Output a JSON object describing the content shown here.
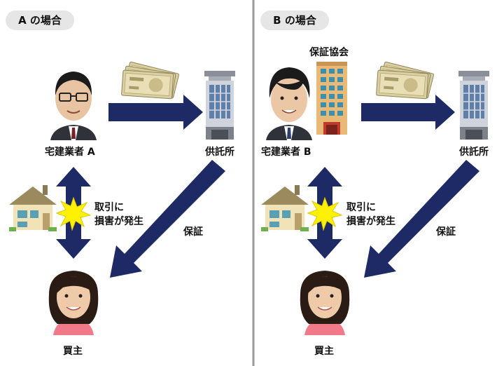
{
  "panel_a": {
    "title": "A の場合",
    "agent_label": "宅建業者 A",
    "deposit_label": "供託所",
    "incident_line1": "取引に",
    "incident_line2": "損害が発生",
    "guarantee_label": "保証",
    "buyer_label": "買主"
  },
  "panel_b": {
    "title": "B の場合",
    "association_label": "保証協会",
    "agent_label": "宅建業者 B",
    "deposit_label": "供託所",
    "incident_line1": "取引に",
    "incident_line2": "損害が発生",
    "guarantee_label": "保証",
    "buyer_label": "買主"
  },
  "colors": {
    "arrow": "#1d2a66",
    "pill": "#e6e6e6",
    "divider": "#9a9a9a",
    "burst": "#fff200"
  },
  "icons": [
    "businessman-icon",
    "cash-icon",
    "office-building-icon",
    "house-icon",
    "burst-icon",
    "woman-icon",
    "tower-building-icon"
  ]
}
